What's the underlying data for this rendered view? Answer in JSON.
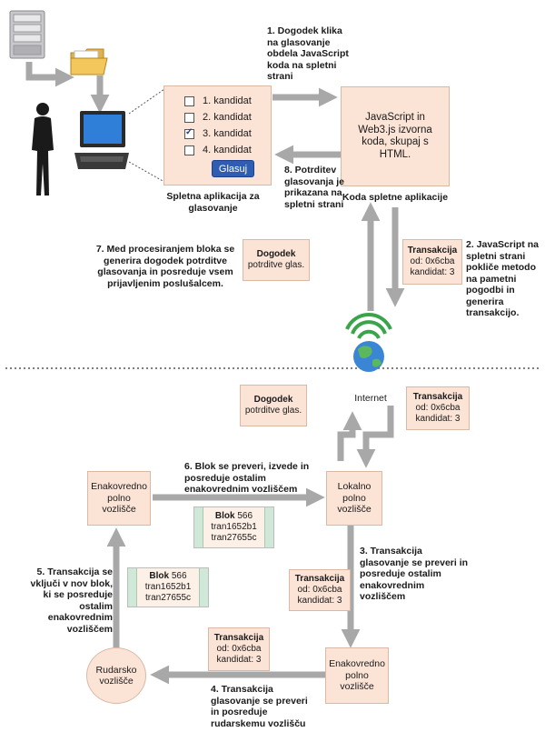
{
  "steps": {
    "s1": "1. Dogodek klika na glasovanje obdela JavaScript koda na spletni strani",
    "s2": "2. JavaScript na spletni strani pokliče metodo na pametni pogodbi in generira transakcijo.",
    "s3": "3. Transakcija glasovanje se preveri in posreduje ostalim enakovrednim vozliščem",
    "s4": "4. Transakcija glasovanje se preveri in posreduje rudarskemu vozlišču",
    "s5": "5. Transakcija se vključi v nov blok, ki se posreduje ostalim enakovrednim vozliščem",
    "s6": "6. Blok se preveri, izvede in posreduje ostalim enakovrednim vozliščem",
    "s7": "7. Med procesiranjem bloka se generira dogodek potrditve glasovanja in posreduje vsem prijavljenim poslušalcem.",
    "s8": "8. Potrditev glasovanja je prikazana na spletni strani"
  },
  "voting_app": {
    "candidates": [
      {
        "label": "1. kandidat",
        "checked": false
      },
      {
        "label": "2. kandidat",
        "checked": false
      },
      {
        "label": "3. kandidat",
        "checked": true
      },
      {
        "label": "4. kandidat",
        "checked": false
      }
    ],
    "button": "Glasuj",
    "caption": "Spletna aplikacija za glasovanje"
  },
  "code_box": {
    "text": "JavaScript in Web3.js izvorna koda, skupaj s HTML.",
    "caption": "Koda spletne aplikacije"
  },
  "event": {
    "title": "Dogodek",
    "subtitle": "potrditve glas."
  },
  "transaction": {
    "title": "Transakcija",
    "from": "od: 0x6cba",
    "candidate": "kandidat: 3"
  },
  "block": {
    "title": "Blok",
    "number": "566",
    "tx1": "tran1652b1",
    "tx2": "tran27655c"
  },
  "nodes": {
    "equivalent_full": "Enakovredno polno vozlišče",
    "local_full": "Lokalno polno vozlišče",
    "miner": "Rudarsko vozlišče",
    "internet": "Internet"
  },
  "colors": {
    "box_fill": "#fbe3d6",
    "arrow": "#a8a8a8",
    "button": "#2f5db0",
    "block_strip": "#cfe8d8"
  }
}
